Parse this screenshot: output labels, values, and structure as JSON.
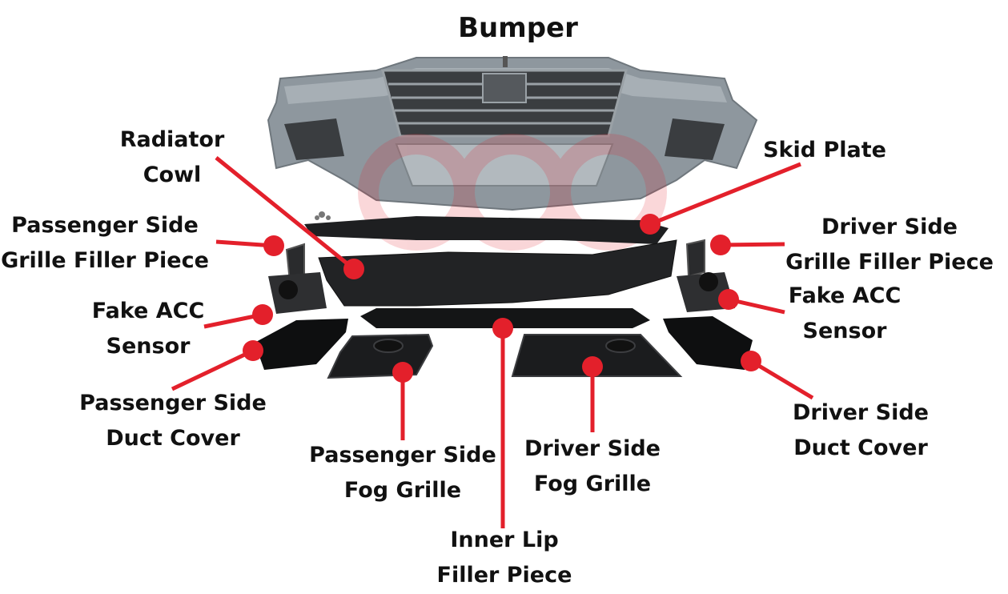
{
  "diagram": {
    "title": "Bumper",
    "callout_color": "#e3202b",
    "labels": {
      "radiator_cowl": [
        "Radiator",
        "Cowl"
      ],
      "skid_plate": [
        "Skid Plate"
      ],
      "passenger_grille_filler": [
        "Passenger Side",
        "Grille Filler Piece"
      ],
      "driver_grille_filler": [
        "Driver Side",
        "Grille Filler Piece"
      ],
      "fake_acc_left": [
        "Fake ACC",
        "Sensor"
      ],
      "fake_acc_right": [
        "Fake ACC",
        "Sensor"
      ],
      "passenger_duct_cover": [
        "Passenger Side",
        "Duct Cover"
      ],
      "driver_duct_cover": [
        "Driver Side",
        "Duct Cover"
      ],
      "passenger_fog_grille": [
        "Passenger Side",
        "Fog Grille"
      ],
      "driver_fog_grille": [
        "Driver Side",
        "Fog Grille"
      ],
      "inner_lip": [
        "Inner Lip",
        "Filler Piece"
      ]
    }
  }
}
